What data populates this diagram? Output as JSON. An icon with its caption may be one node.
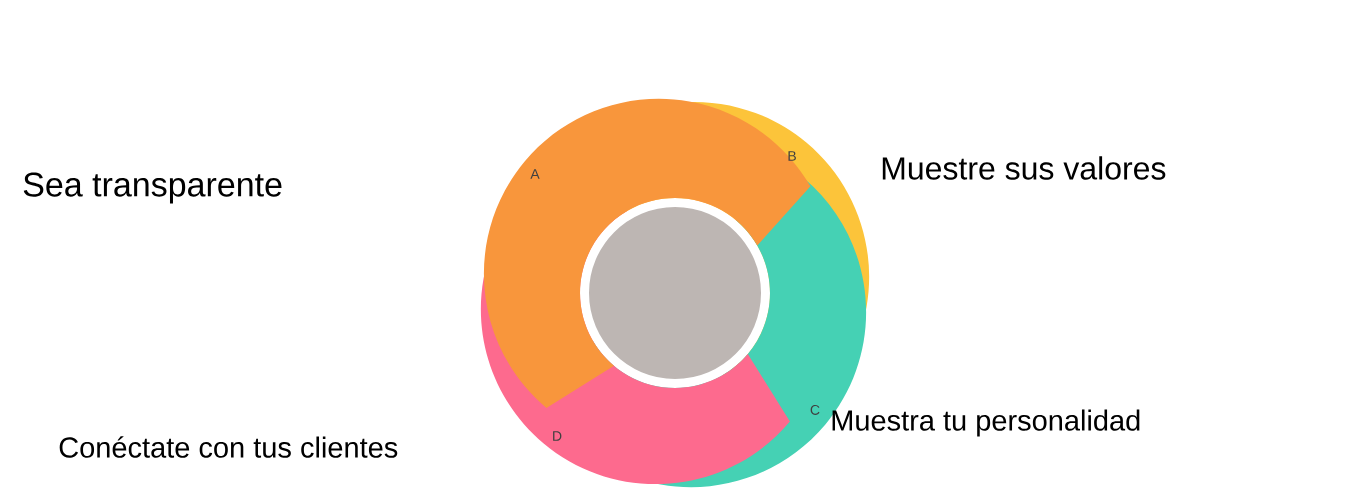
{
  "diagram": {
    "labels": [
      "Sea transparente",
      "A",
      "B",
      "Muestre sus valores",
      "Conéctate con tus clientes",
      "D",
      "C",
      "Muestra tu personalidad"
    ]
  }
}
